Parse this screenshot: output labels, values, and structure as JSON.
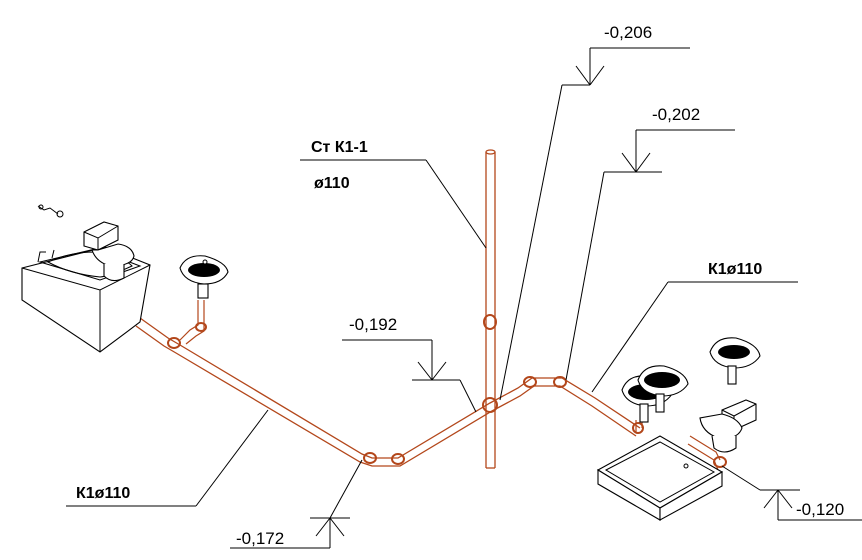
{
  "drawing": {
    "elevations": {
      "e206": "-0,206",
      "e202": "-0,202",
      "e192": "-0,192",
      "e172": "-0,172",
      "e120": "-0,120"
    },
    "riser_label": {
      "line1": "Ст К1-1",
      "line2": "ø110"
    },
    "pipe_labels": {
      "right": "К1ø110",
      "left": "К1ø110"
    },
    "colors": {
      "pipe": "#b3471b",
      "ink": "#000000"
    },
    "fixtures": [
      "bathtub-icon",
      "toilet-icon",
      "washbasin-icon",
      "shower-tray-icon",
      "faucet-icon"
    ]
  }
}
